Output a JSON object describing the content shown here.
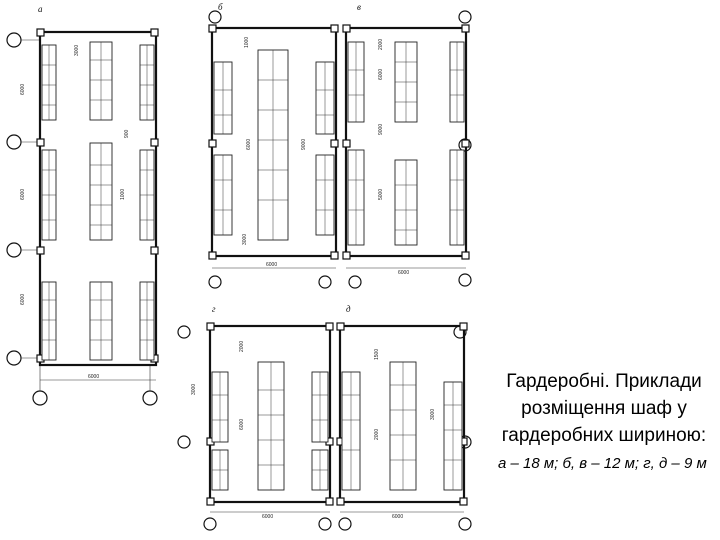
{
  "plans": [
    {
      "id": "a",
      "label": "а",
      "width_dim": "6000",
      "dims": [
        "6000",
        "6000",
        "6000",
        "3000",
        "1000",
        "900"
      ]
    },
    {
      "id": "b",
      "label": "б",
      "width_dim": "6000",
      "dims": [
        "1000",
        "6000",
        "9000",
        "3000"
      ]
    },
    {
      "id": "v",
      "label": "в",
      "width_dim": "6000",
      "dims": [
        "2000",
        "6000",
        "9000",
        "5000"
      ]
    },
    {
      "id": "g",
      "label": "г",
      "width_dim": "6000",
      "dims": [
        "2000",
        "6000",
        "3000"
      ]
    },
    {
      "id": "d",
      "label": "д",
      "width_dim": "6000",
      "dims": [
        "1500",
        "2000",
        "3000"
      ]
    }
  ],
  "caption": {
    "heading": "Гардеробні. Приклади розміщення шаф у гардеробних шириною:",
    "sizes": "а – 18 м; б, в – 12 м; г, д – 9 м"
  }
}
